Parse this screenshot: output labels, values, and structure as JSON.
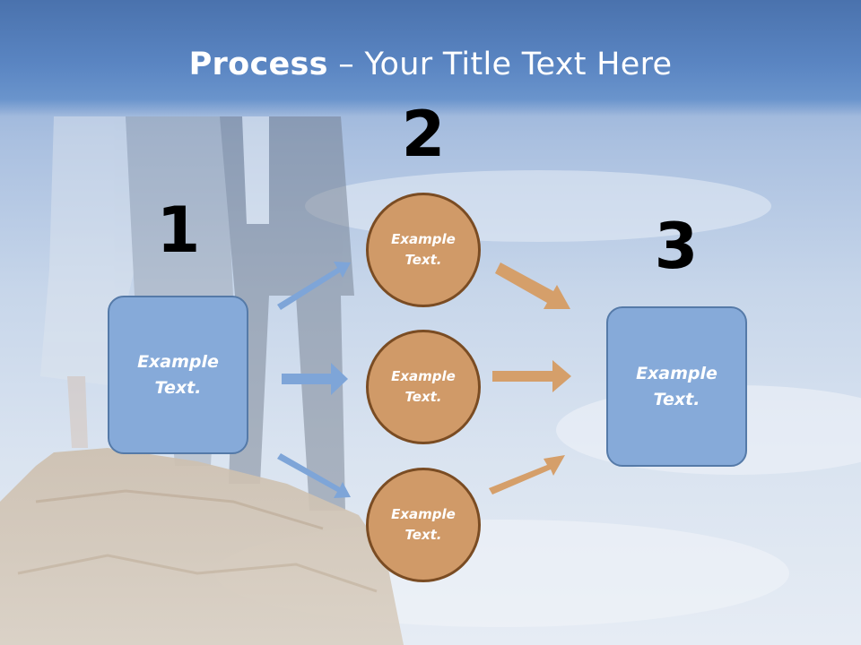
{
  "title": {
    "strong": "Process",
    "rest": " – Your Title Text Here"
  },
  "steps": {
    "one": "1",
    "two": "2",
    "three": "3"
  },
  "left_box": {
    "line1": "Example",
    "line2": "Text."
  },
  "circles": [
    {
      "line1": "Example",
      "line2": "Text."
    },
    {
      "line1": "Example",
      "line2": "Text."
    },
    {
      "line1": "Example",
      "line2": "Text."
    }
  ],
  "right_box": {
    "line1": "Example",
    "line2": "Text."
  },
  "colors": {
    "blue_arrow": "#7ea5d8",
    "orange_arrow": "#d59f6a",
    "circle_fill": "#d09a68",
    "box_fill": "#86aad9"
  }
}
